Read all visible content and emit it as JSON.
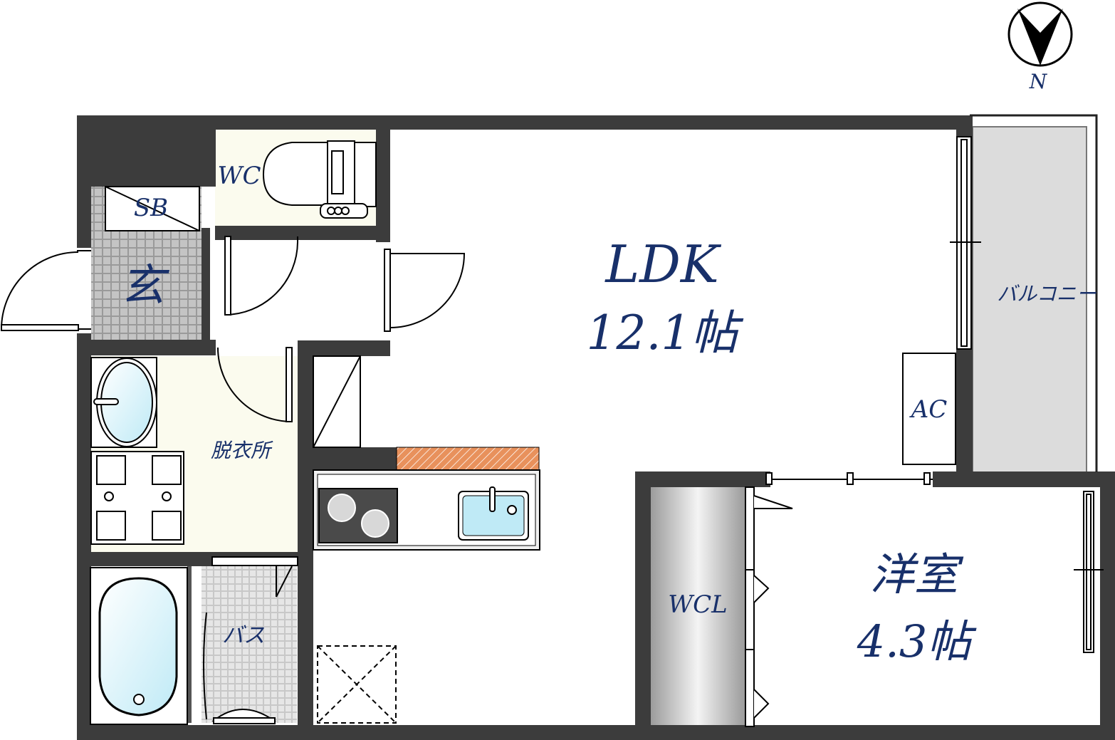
{
  "compass": {
    "letter": "N"
  },
  "rooms": {
    "ldk": {
      "name": "LDK",
      "size": "12.1帖"
    },
    "western": {
      "name": "洋室",
      "size": "4.3帖"
    },
    "wc": {
      "name": "WC"
    },
    "sb": {
      "name": "SB"
    },
    "entrance": {
      "name": "玄"
    },
    "dressing": {
      "name": "脱衣所"
    },
    "bath": {
      "name": "バス"
    },
    "wcl": {
      "name": "WCL"
    },
    "ac": {
      "name": "AC"
    },
    "balcony": {
      "name": "バルコニー"
    }
  },
  "colors": {
    "wall": "#3c3c3c",
    "text": "#18306a",
    "wet_area": "#fbfbee",
    "balcony": "#dcdcdc",
    "water": "#d9f4fb",
    "counter_hatch": "#e8915c"
  }
}
